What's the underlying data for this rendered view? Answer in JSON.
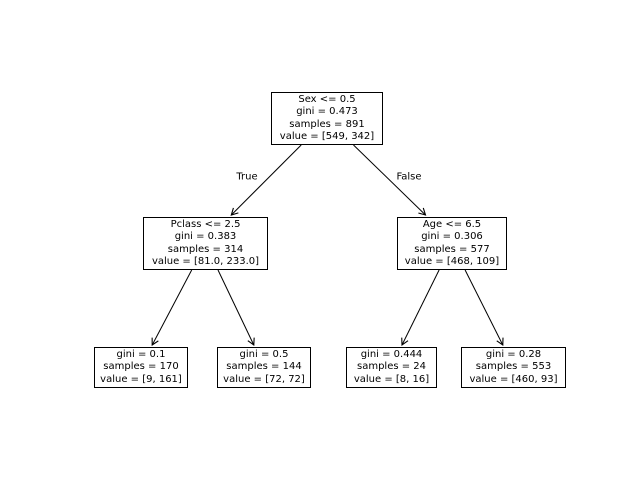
{
  "figure": {
    "background_color": "#ffffff",
    "line_color": "#000000",
    "text_color": "#000000"
  },
  "tree": {
    "edge_labels": {
      "true": "True",
      "false": "False"
    },
    "nodes": {
      "root": {
        "condition": "Sex <= 0.5",
        "gini": "gini = 0.473",
        "samples": "samples = 891",
        "value": "value = [549, 342]"
      },
      "left": {
        "condition": "Pclass <= 2.5",
        "gini": "gini = 0.383",
        "samples": "samples = 314",
        "value": "value = [81.0, 233.0]"
      },
      "right": {
        "condition": "Age <= 6.5",
        "gini": "gini = 0.306",
        "samples": "samples = 577",
        "value": "value = [468, 109]"
      },
      "leaf_ll": {
        "gini": "gini = 0.1",
        "samples": "samples = 170",
        "value": "value = [9, 161]"
      },
      "leaf_lr": {
        "gini": "gini = 0.5",
        "samples": "samples = 144",
        "value": "value = [72, 72]"
      },
      "leaf_rl": {
        "gini": "gini = 0.444",
        "samples": "samples = 24",
        "value": "value = [8, 16]"
      },
      "leaf_rr": {
        "gini": "gini = 0.28",
        "samples": "samples = 553",
        "value": "value = [460, 93]"
      }
    }
  }
}
